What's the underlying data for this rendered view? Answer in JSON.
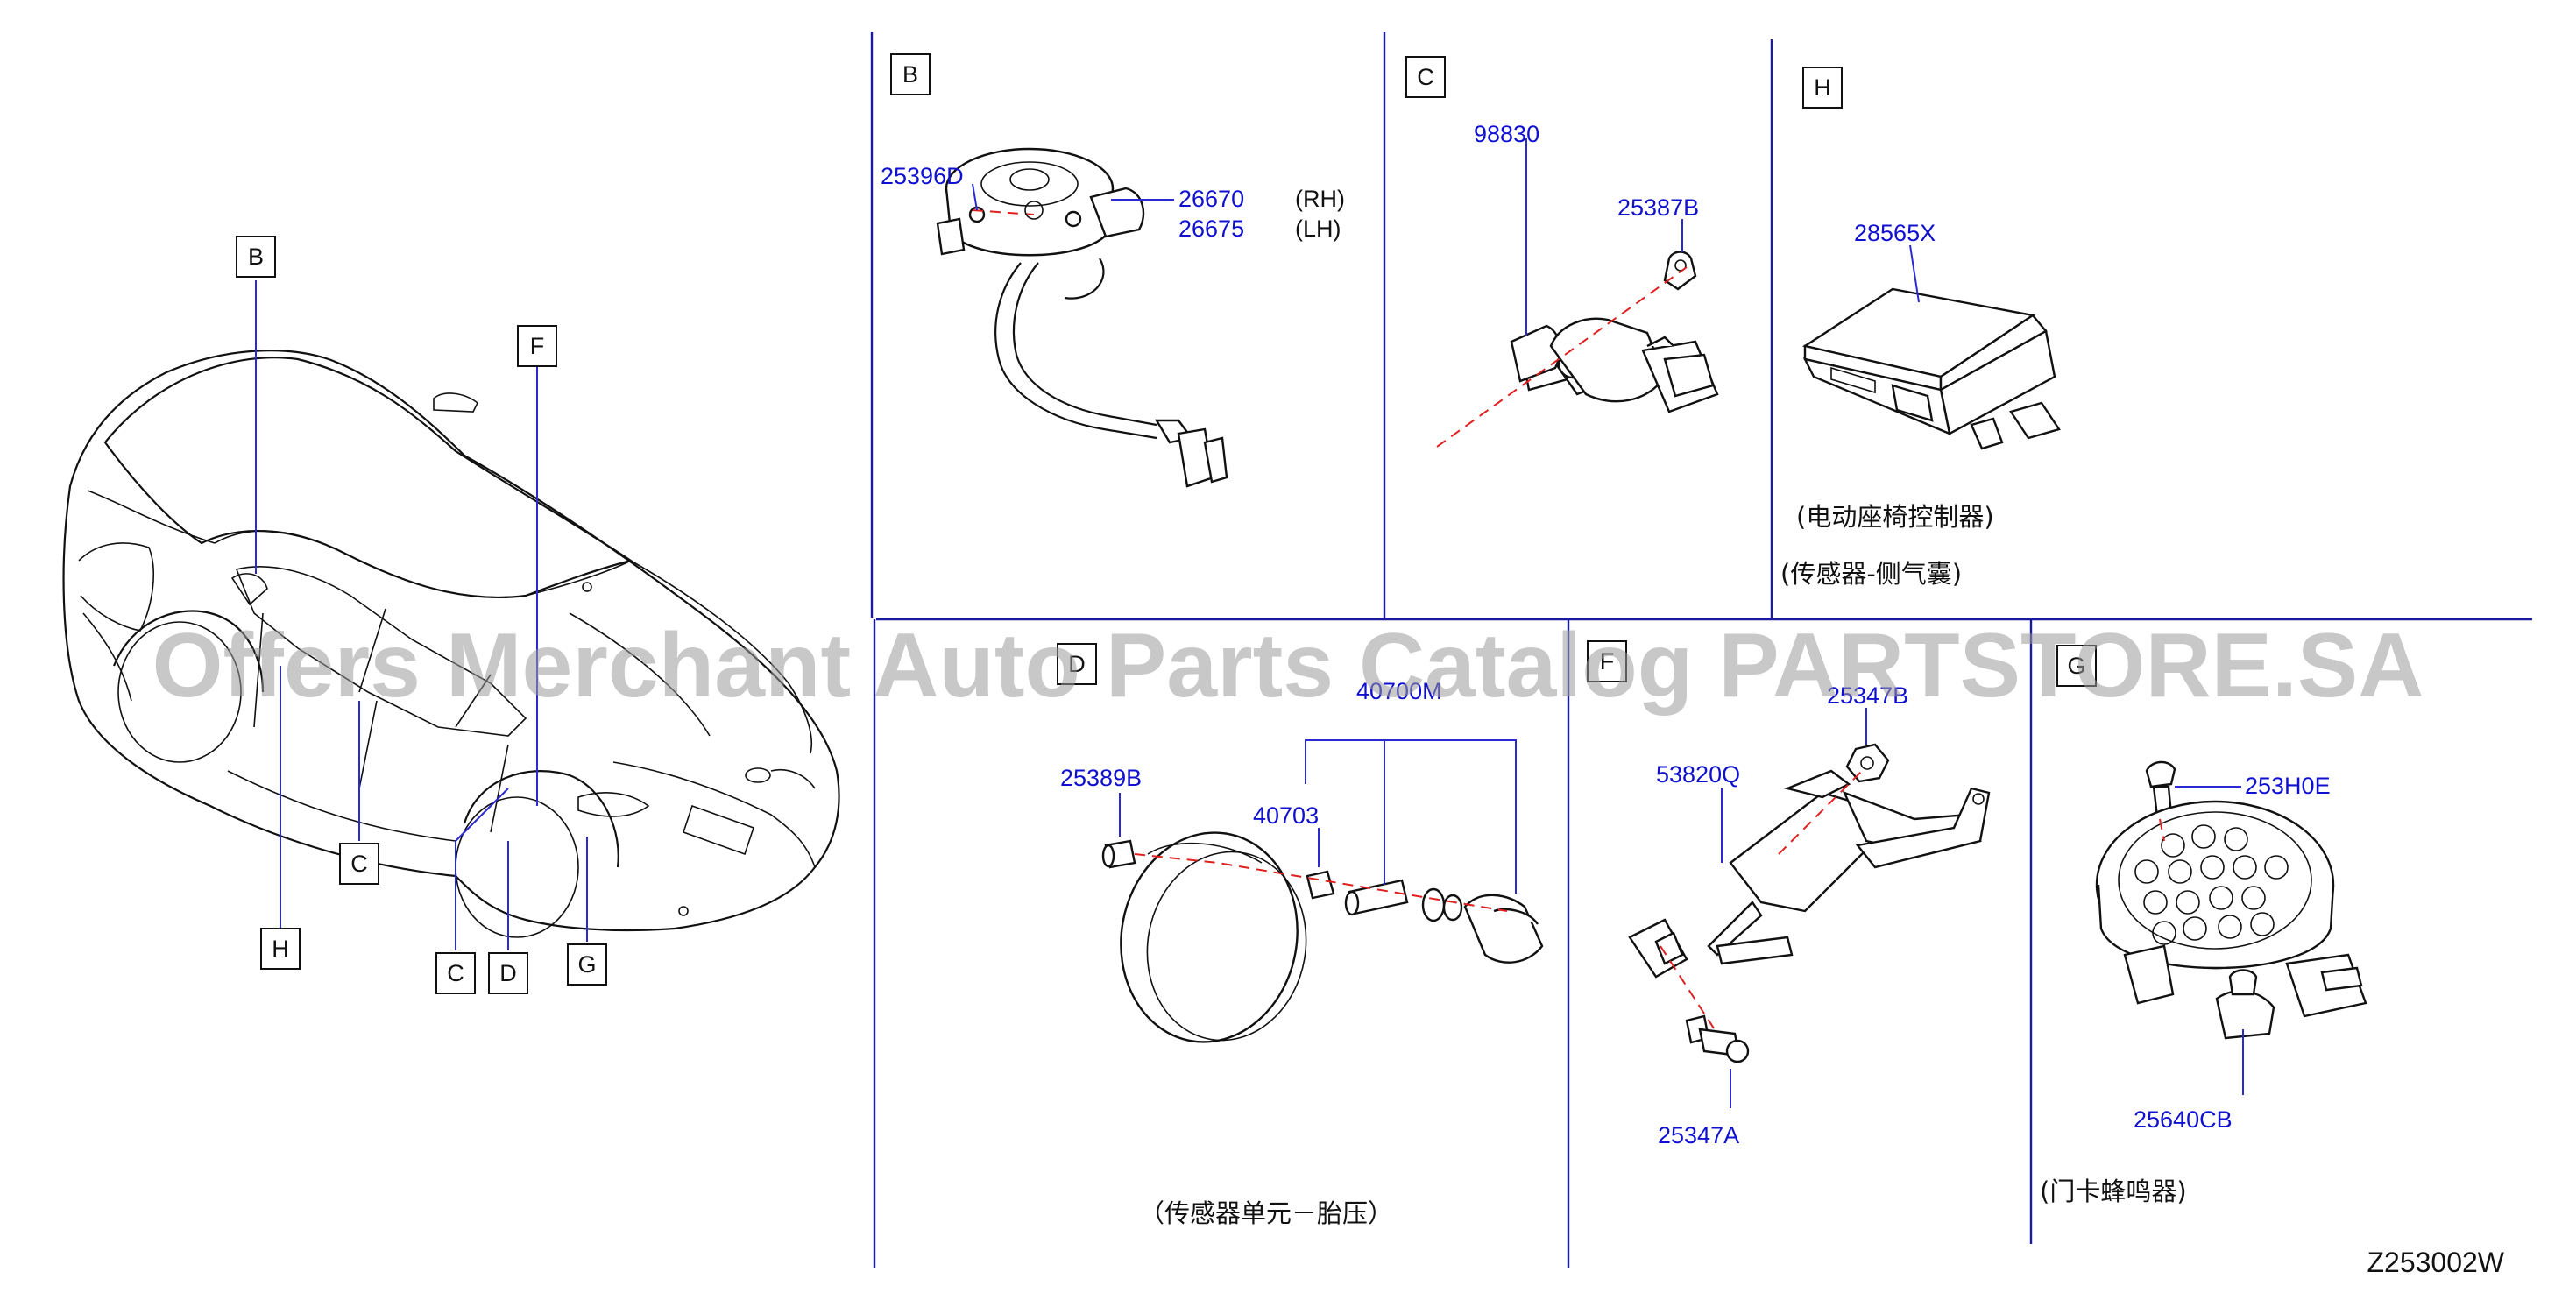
{
  "diagram_code": "Z253002W",
  "watermark": "Offers Merchant Auto Parts Catalog PARTSTORE.SA",
  "vehicle_callouts": [
    "B",
    "F",
    "C",
    "H",
    "C",
    "D",
    "G"
  ],
  "panels": {
    "B": {
      "label": "B",
      "parts": [
        "25396D",
        "26670",
        "26675"
      ],
      "sides": [
        "(RH)",
        "(LH)"
      ]
    },
    "C": {
      "label": "C",
      "parts": [
        "98830",
        "25387B"
      ]
    },
    "H": {
      "label": "H",
      "parts": [
        "28565X"
      ],
      "captions": [
        "(电动座椅控制器)",
        "(传感器-侧气囊)"
      ]
    },
    "D": {
      "label": "D",
      "parts": [
        "25389B",
        "40703",
        "40700M"
      ],
      "caption": "（传感器单元－胎压）"
    },
    "F": {
      "label": "F",
      "parts": [
        "53820Q",
        "25347B",
        "25347A"
      ]
    },
    "G": {
      "label": "G",
      "parts": [
        "253H0E",
        "25640CB"
      ],
      "caption": "(门卡蜂鸣器)"
    }
  }
}
